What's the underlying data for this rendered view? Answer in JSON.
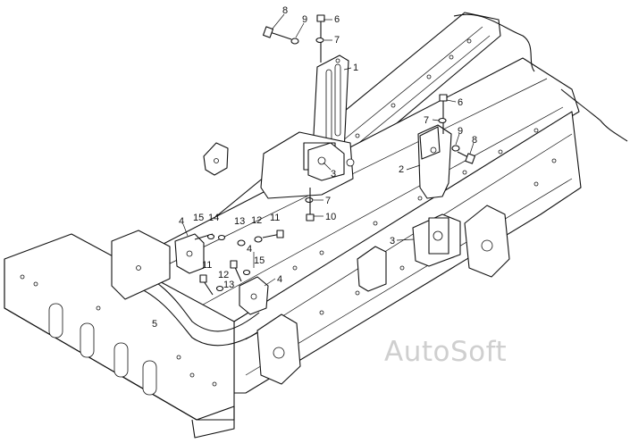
{
  "callouts": [
    "8",
    "9",
    "6",
    "7",
    "1",
    "3",
    "6",
    "7",
    "9",
    "8",
    "2",
    "7",
    "10",
    "4",
    "15",
    "14",
    "13",
    "12",
    "11",
    "3",
    "4",
    "11",
    "12",
    "15",
    "13",
    "4",
    "5"
  ],
  "watermark": "AutoSoft"
}
